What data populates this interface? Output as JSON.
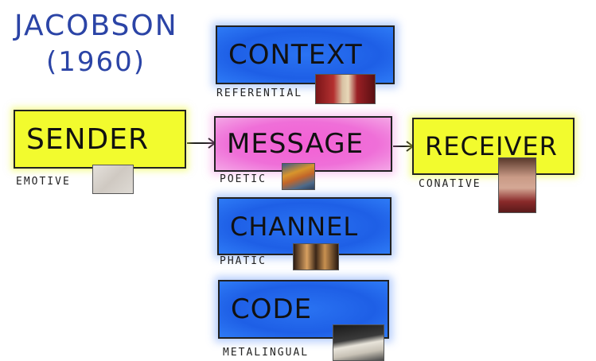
{
  "title": {
    "line1": "JACOBSON",
    "line2": "(1960)"
  },
  "boxes": {
    "context": "CONTEXT",
    "sender": "SENDER",
    "message": "MESSAGE",
    "receiver": "RECEIVER",
    "channel": "CHANNEL",
    "code": "CODE"
  },
  "functions": {
    "referential": "REFERENTIAL",
    "emotive": "EMOTIVE",
    "poetic": "POETIC",
    "conative": "CONATIVE",
    "phatic": "PHATIC",
    "metalingual": "METALINGUAL"
  },
  "colors": {
    "title": "#2b44a6",
    "blue_box": "#1e5fe6",
    "yellow_box": "#f2fb2e",
    "pink_box": "#ef6fd8"
  }
}
